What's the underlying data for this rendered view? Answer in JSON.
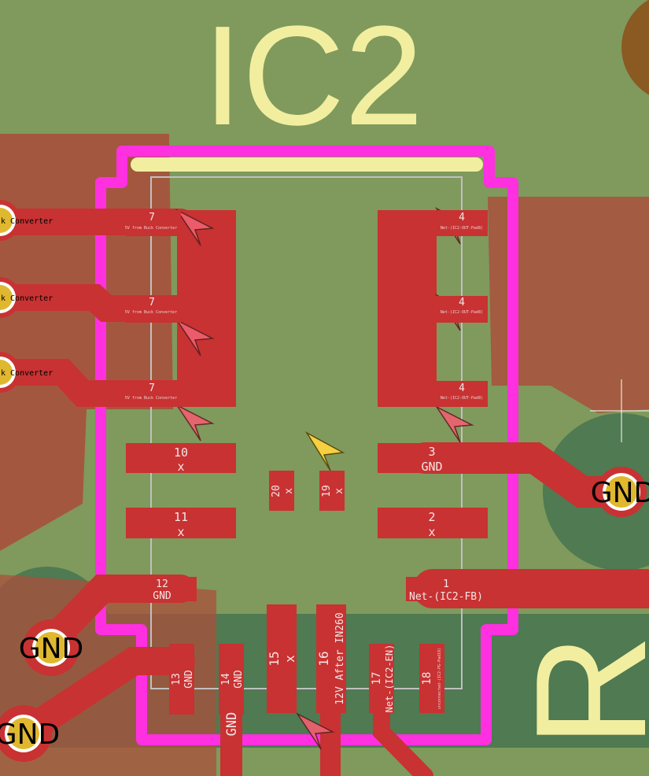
{
  "board": {
    "reference": "IC2",
    "colors": {
      "background": "#7f9a5c",
      "copper": "#c83232",
      "courtyard": "#ff30e0",
      "silkscreen": "#f2eea0",
      "zone_dark": "#4f7a52",
      "zone_copper": "#a9503c",
      "via": "#e0b830"
    },
    "pads": [
      {
        "num": "7",
        "net": "5V from Buck Converter"
      },
      {
        "num": "7",
        "net": "5V from Buck Converter"
      },
      {
        "num": "7",
        "net": "5V from Buck Converter"
      },
      {
        "num": "4",
        "net": "Net-(IC2-OUT-Pad8)"
      },
      {
        "num": "4",
        "net": "Net-(IC2-OUT-Pad8)"
      },
      {
        "num": "4",
        "net": "Net-(IC2-OUT-Pad8)"
      },
      {
        "num": "10",
        "net": "x"
      },
      {
        "num": "11",
        "net": "x"
      },
      {
        "num": "3",
        "net": "GND"
      },
      {
        "num": "2",
        "net": "x"
      },
      {
        "num": "20",
        "net": "x"
      },
      {
        "num": "19",
        "net": "x"
      },
      {
        "num": "12",
        "net": "GND"
      },
      {
        "num": "1",
        "net": "Net-(IC2-FB)"
      },
      {
        "num": "13",
        "net": "GND"
      },
      {
        "num": "14",
        "net": "GND"
      },
      {
        "num": "15",
        "net": "x"
      },
      {
        "num": "16",
        "net": "12V After IN260"
      },
      {
        "num": "17",
        "net": "Net-(IC2-EN)"
      },
      {
        "num": "18",
        "net": "unconnected-(IC2-PG-Pad18)"
      }
    ],
    "vias": [
      {
        "net": "k Converter"
      },
      {
        "net": "k Converter"
      },
      {
        "net": "k Converter"
      },
      {
        "net": "GND"
      },
      {
        "net": "GND"
      },
      {
        "net": "GND"
      }
    ],
    "trace_label": "GND",
    "side_ref": "R"
  }
}
